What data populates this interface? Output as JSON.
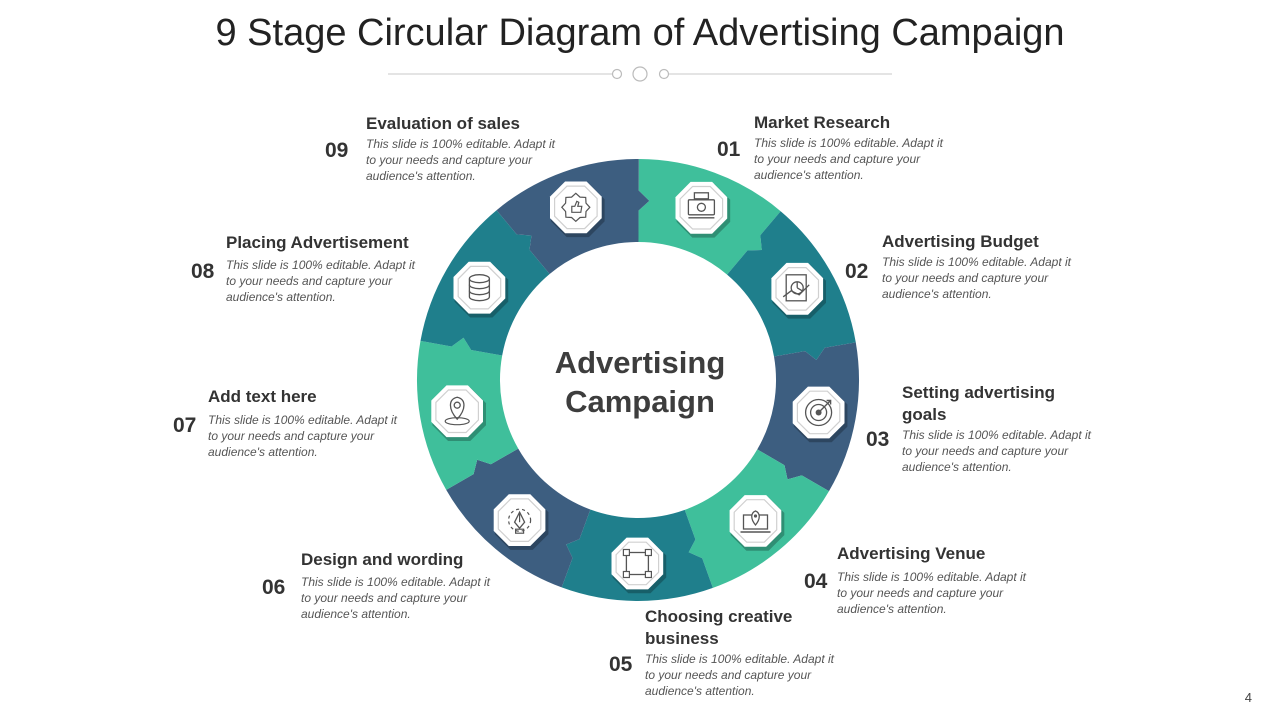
{
  "title": "9 Stage Circular Diagram of Advertising Campaign",
  "center": {
    "line1": "Advertising",
    "line2": "Campaign"
  },
  "colors": {
    "teal_light": "#3fbf9b",
    "teal_mid": "#1f7f8c",
    "slate": "#3d5e80"
  },
  "stages": [
    {
      "num": "01",
      "heading": "Market Research",
      "text": "This slide is 100% editable. Adapt it to your needs and capture your audience's attention.",
      "icon": "money-icon"
    },
    {
      "num": "02",
      "heading": "Advertising Budget",
      "text": "This slide is 100% editable. Adapt it to your needs and capture your audience's attention.",
      "icon": "budget-chart-icon"
    },
    {
      "num": "03",
      "heading": "Setting advertising goals",
      "text": "This slide is 100% editable. Adapt it to your needs and capture your audience's attention.",
      "icon": "target-icon"
    },
    {
      "num": "04",
      "heading": "Advertising Venue",
      "text": "This slide is 100% editable. Adapt it to your needs and capture your audience's attention.",
      "icon": "laptop-location-icon"
    },
    {
      "num": "05",
      "heading": "Choosing creative business",
      "text": "This slide is 100% editable. Adapt it to your needs and capture your audience's attention.",
      "icon": "frame-select-icon"
    },
    {
      "num": "06",
      "heading": "Design and wording",
      "text": "This slide is 100% editable. Adapt it to your needs and capture your audience's attention.",
      "icon": "pen-tool-icon"
    },
    {
      "num": "07",
      "heading": "Add text here",
      "text": "This slide is 100% editable. Adapt it to your needs and capture your audience's attention.",
      "icon": "location-pin-icon"
    },
    {
      "num": "08",
      "heading": "Placing Advertisement",
      "text": "This slide is 100% editable. Adapt it to your needs and capture your audience's attention.",
      "icon": "database-icon"
    },
    {
      "num": "09",
      "heading": "Evaluation of sales",
      "text": "This slide is 100% editable. Adapt it to your needs and capture your audience's attention.",
      "icon": "like-badge-icon"
    }
  ],
  "page_number": "4"
}
